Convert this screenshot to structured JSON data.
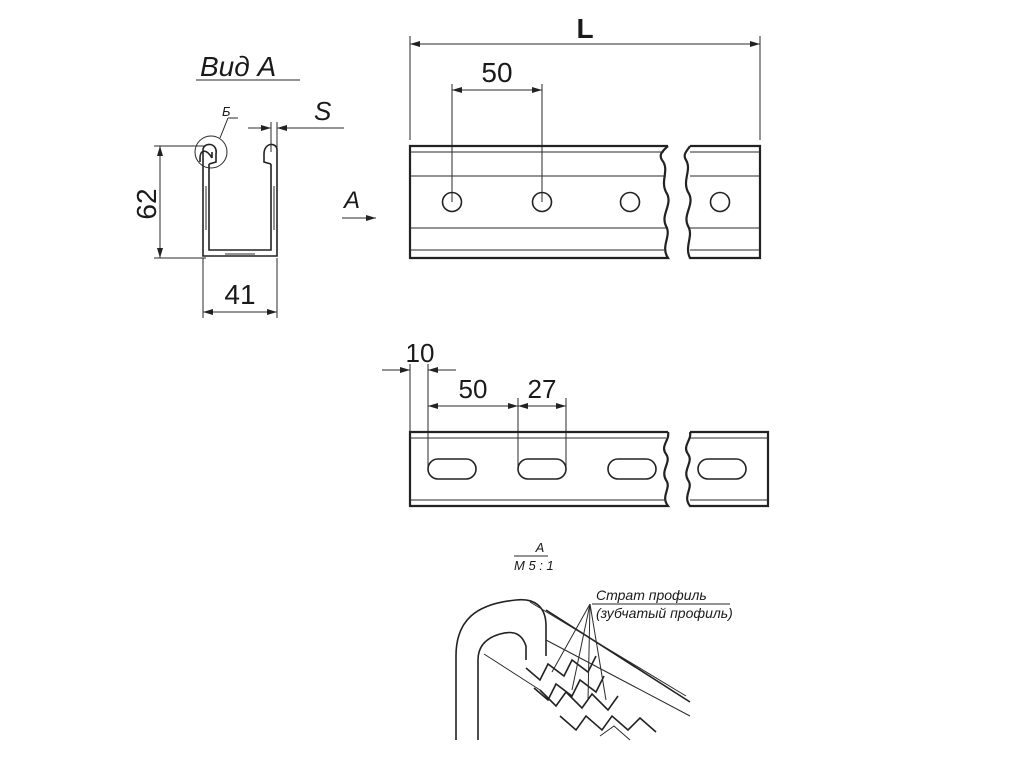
{
  "view_label": "Вид А",
  "detail_label": "Б",
  "thickness_label": "S",
  "arrow_label": "А",
  "section": {
    "height": "62",
    "width": "41"
  },
  "round_holes_strip": {
    "length_label": "L",
    "hole_pitch": "50"
  },
  "slot_strip": {
    "edge_offset": "10",
    "slot_pitch": "50",
    "slot_length": "27"
  },
  "detail": {
    "label_top": "А",
    "label_scale": "М 5 : 1",
    "callout_line1": "Страт профиль",
    "callout_line2": "(зубчатый профиль)"
  }
}
